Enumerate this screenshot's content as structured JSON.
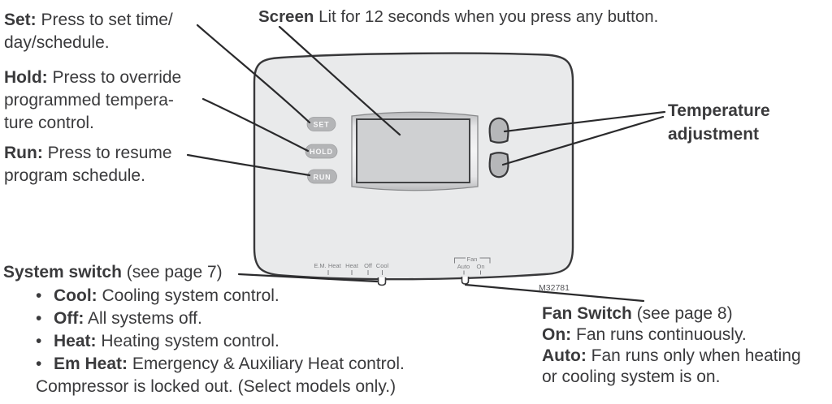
{
  "colors": {
    "text": "#3a3a3c",
    "leader_line": "#2a2a2c",
    "thermostat_body": "#e9eaeb",
    "button_fill": "#b4b5b7",
    "screen_fill": "#cfd0d2",
    "small_label_gray": "#7f8083"
  },
  "callouts": {
    "set": {
      "lead": "Set:",
      "l1_rest": " Press to set time/",
      "l2": "day/schedule."
    },
    "hold": {
      "lead": "Hold:",
      "l1_rest": " Press to override",
      "l2": "programmed tempera-",
      "l3": "ture control."
    },
    "run": {
      "lead": "Run:",
      "l1_rest": " Press to resume",
      "l2": "program schedule."
    },
    "screen": {
      "lead": "Screen",
      "rest": " Lit for 12 seconds when you press any button."
    },
    "temperature": {
      "l1": "Temperature",
      "l2": "adjustment"
    },
    "system_switch": {
      "title_lead": "System switch",
      "title_rest": " (see page 7)",
      "bullet_char": "•",
      "bullets": [
        {
          "lead": "Cool:",
          "rest": " Cooling system control."
        },
        {
          "lead": "Off:",
          "rest": " All systems off."
        },
        {
          "lead": "Heat:",
          "rest": " Heating system control."
        },
        {
          "lead": "Em Heat:",
          "rest": " Emergency & Auxiliary Heat control."
        }
      ],
      "continuation": "Compressor is locked out. (Select models only.)"
    },
    "fan_switch": {
      "title_lead": "Fan Switch",
      "title_rest": " (see page 8)",
      "on_lead": "On:",
      "on_rest": " Fan runs continuously.",
      "auto_lead": "Auto:",
      "auto_rest": " Fan runs only when heating",
      "l4": "or cooling system is on."
    }
  },
  "thermostat": {
    "set_button": "SET",
    "hold_button": "HOLD",
    "run_button": "RUN",
    "system_switch_labels": [
      "E.M. Heat",
      "Heat",
      "Off",
      "Cool"
    ],
    "fan_label": "Fan",
    "fan_switch_labels": [
      "Auto",
      "On"
    ],
    "model_number": "M32781"
  }
}
